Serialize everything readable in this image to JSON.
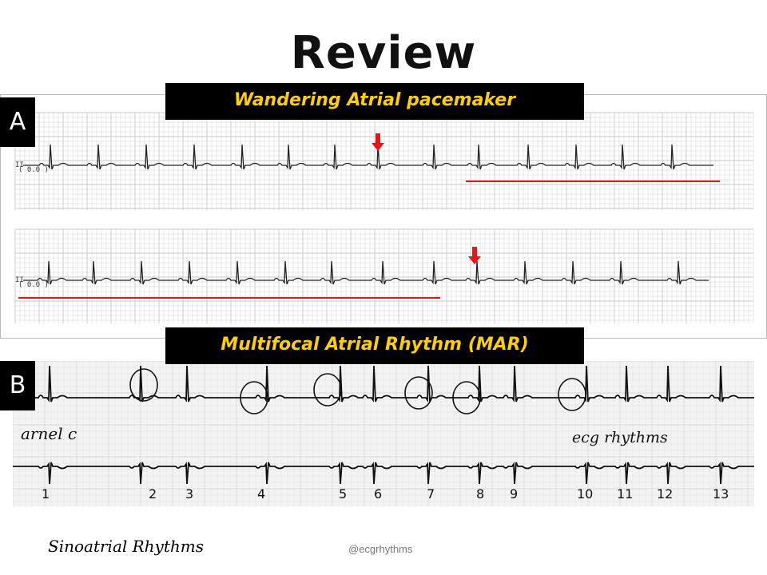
{
  "title": "Review",
  "panel_a": {
    "label": "A",
    "banner": "Wandering Atrial pacemaker",
    "lead_label_top": "II",
    "lead_label_bottom": "II",
    "calibration_top": "( 0.0 )",
    "calibration_bottom": "( 0.0 )"
  },
  "panel_b": {
    "label": "B",
    "banner": "Multifocal Atrial Rhythm (MAR)",
    "handwriting_left": "arnel c",
    "handwriting_right": "ecg rhythms",
    "beat_numbers": [
      "1",
      "2",
      "3",
      "4",
      "5",
      "6",
      "7",
      "8",
      "9",
      "10",
      "11",
      "12",
      "13"
    ]
  },
  "footer": {
    "left": "Sinoatrial Rhythms",
    "right": "@ecgrhythms"
  },
  "colors": {
    "banner_text": "#ffd000",
    "banner_bg": "#000000",
    "marker": "#e8141a",
    "grid": "#c8c8c8",
    "trace": "#222222"
  }
}
